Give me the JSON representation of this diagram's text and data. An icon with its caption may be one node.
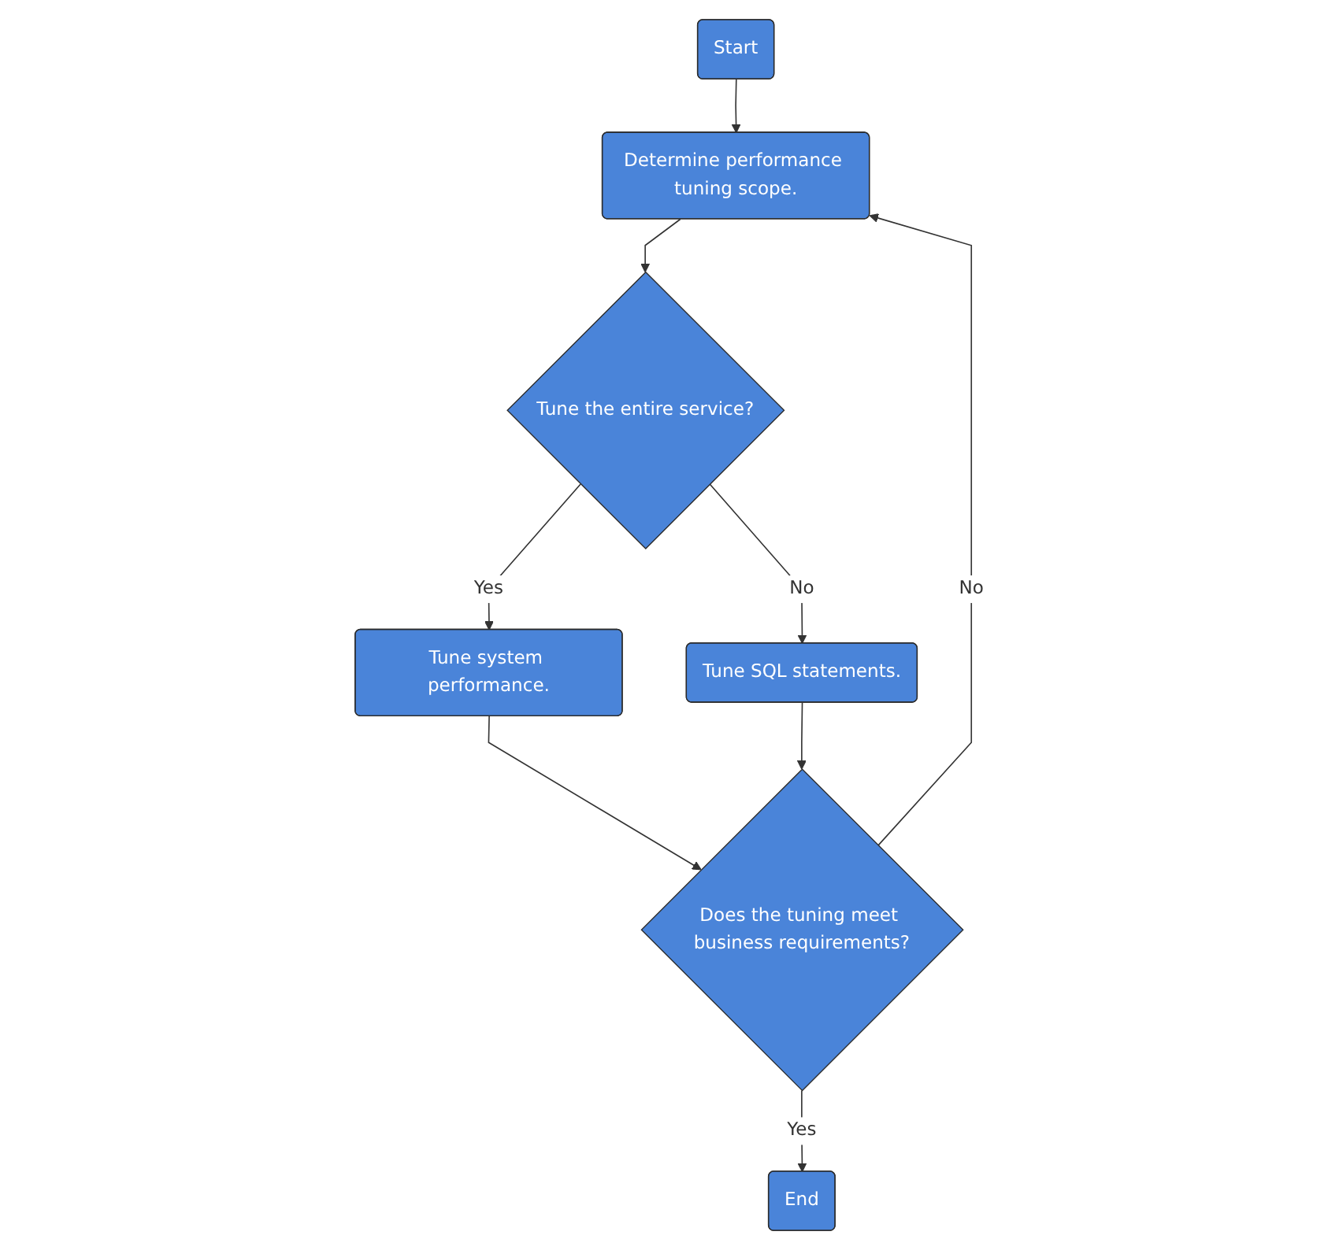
{
  "diagram": {
    "nodes": [
      {
        "text": [
          "Start"
        ]
      },
      {
        "text": [
          "Determine performance tuning scope."
        ]
      },
      {
        "text": [
          "Tune the entire service?"
        ]
      },
      {
        "text": [
          "Tune system performance."
        ]
      },
      {
        "text": [
          "Tune SQL statements."
        ]
      },
      {
        "text": [
          "Does the tuning meet business requirements?"
        ]
      },
      {
        "text": [
          "End"
        ]
      }
    ],
    "edges": [
      {
        "from": 0,
        "to": 1,
        "arrow": "to"
      },
      {
        "from": 1,
        "to": 2,
        "arrow": "to"
      },
      {
        "from": 2,
        "to": 3,
        "arrow": "to",
        "label": "Yes"
      },
      {
        "from": 2,
        "to": 4,
        "arrow": "to",
        "label": "No"
      },
      {
        "from": 3,
        "to": 5,
        "arrow": "to"
      },
      {
        "from": 4,
        "to": 5,
        "arrow": "to"
      },
      {
        "from": 5,
        "to": 1,
        "arrow": "to",
        "label": "No"
      },
      {
        "from": 5,
        "to": 6,
        "arrow": "to",
        "label": "Yes"
      }
    ]
  }
}
